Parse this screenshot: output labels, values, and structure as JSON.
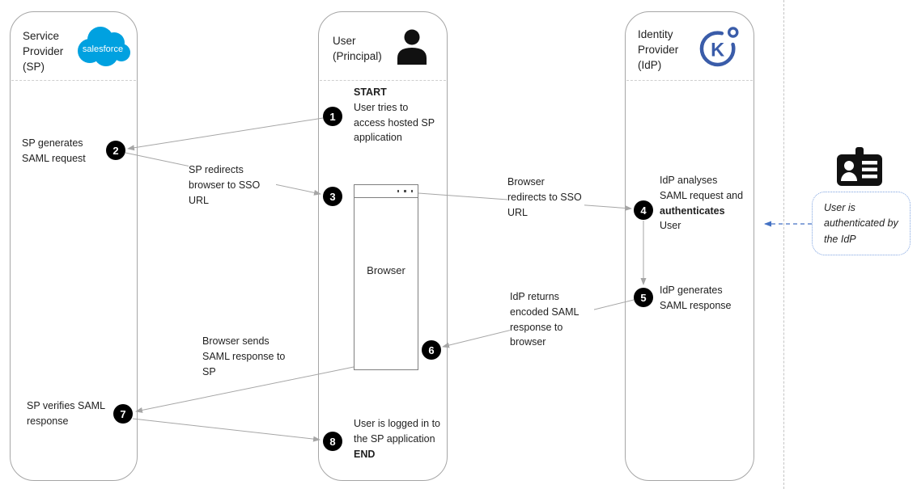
{
  "diagram": {
    "lanes": {
      "sp": {
        "title": "Service Provider (SP)"
      },
      "user": {
        "title": "User (Principal)"
      },
      "idp": {
        "title": "Identity Provider (IdP)"
      }
    },
    "logos": {
      "salesforce_text": "salesforce",
      "keycloak_letter": "K"
    },
    "steps": {
      "s1": {
        "number": "1",
        "tag": "START",
        "text": "User tries to access hosted SP application"
      },
      "s2": {
        "number": "2",
        "text": "SP generates SAML request"
      },
      "s3": {
        "number": "3",
        "text": "SP redirects browser to SSO URL"
      },
      "s4": {
        "number": "4",
        "text_before": "IdP analyses SAML request and ",
        "bold": "authenticates",
        "text_after": " User"
      },
      "s5": {
        "number": "5",
        "text": "IdP generates SAML response"
      },
      "s6": {
        "number": "6",
        "text": "IdP returns encoded SAML response to browser"
      },
      "s7": {
        "number": "7",
        "text": "SP verifies SAML response"
      },
      "s8": {
        "number": "8",
        "text": "User is logged in to the SP application",
        "tag": "END"
      }
    },
    "edge_labels": {
      "browser_redirects": "Browser redirects to SSO URL",
      "browser_sends": "Browser sends SAML response to SP"
    },
    "browser": {
      "label": "Browser"
    },
    "callout": {
      "text": "User is authenticated by the IdP"
    },
    "colors": {
      "salesforce_blue": "#00A1E0",
      "keycloak_blue": "#3A5CA9",
      "step_circle_black": "#000000",
      "arrow_gray": "#A6A6A6",
      "callout_blue": "#4472C4"
    }
  }
}
